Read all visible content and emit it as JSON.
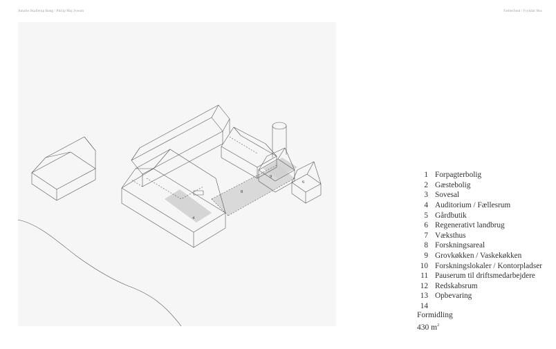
{
  "header": {
    "left": "Amalie Skallerup Bang  /  Philip Maj Sveum",
    "right": "Fællesfond / Frykdal Hus"
  },
  "diagram": {
    "labels": [
      "4",
      "6",
      "8",
      "9"
    ]
  },
  "legend": [
    {
      "num": "1",
      "label": "Forpagterbolig"
    },
    {
      "num": "2",
      "label": "Gæstebolig"
    },
    {
      "num": "3",
      "label": "Sovesal"
    },
    {
      "num": "4",
      "label": "Auditorium / Fællesrum"
    },
    {
      "num": "5",
      "label": "Gårdbutik"
    },
    {
      "num": "6",
      "label": "Regenerativt landbrug"
    },
    {
      "num": "7",
      "label": "Væksthus"
    },
    {
      "num": "8",
      "label": "Forskningsareal"
    },
    {
      "num": "9",
      "label": "Grovkøkken / Vaskekøkken"
    },
    {
      "num": "10",
      "label": "Forskningslokaler / Kontorpladser"
    },
    {
      "num": "11",
      "label": "Pauserum til driftsmedarbejdere"
    },
    {
      "num": "12",
      "label": "Redskabsrum"
    },
    {
      "num": "13",
      "label": "Opbevaring"
    },
    {
      "num": "14",
      "label": ""
    }
  ],
  "info": {
    "title": "Formidling",
    "area": "430 m",
    "unit_sup": "2"
  },
  "colors": {
    "panel": "#f6f6f6",
    "line": "#555555",
    "highlight": "#c9c9c9",
    "text": "#2f2f2f"
  }
}
